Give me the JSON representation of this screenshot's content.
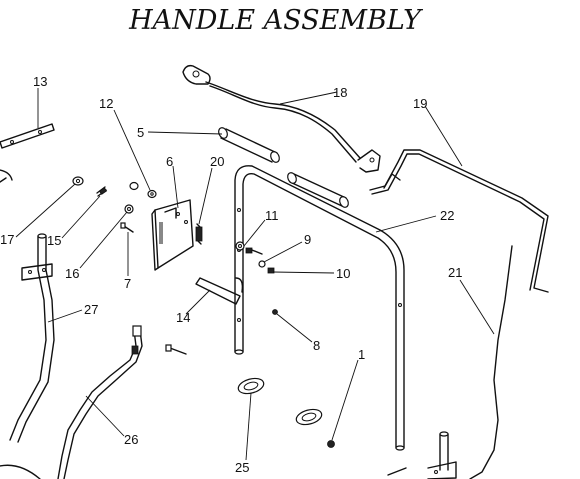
{
  "title": "HANDLE ASSEMBLY",
  "callouts": {
    "p1": "1",
    "p5": "5",
    "p6": "6",
    "p7": "7",
    "p8": "8",
    "p9": "9",
    "p10": "10",
    "p11": "11",
    "p12": "12",
    "p13": "13",
    "p14": "14",
    "p15": "15",
    "p16": "16",
    "p17": "17",
    "p18": "18",
    "p19": "19",
    "p20": "20",
    "p21": "21",
    "p22": "22",
    "p25": "25",
    "p26": "26",
    "p27": "27"
  }
}
